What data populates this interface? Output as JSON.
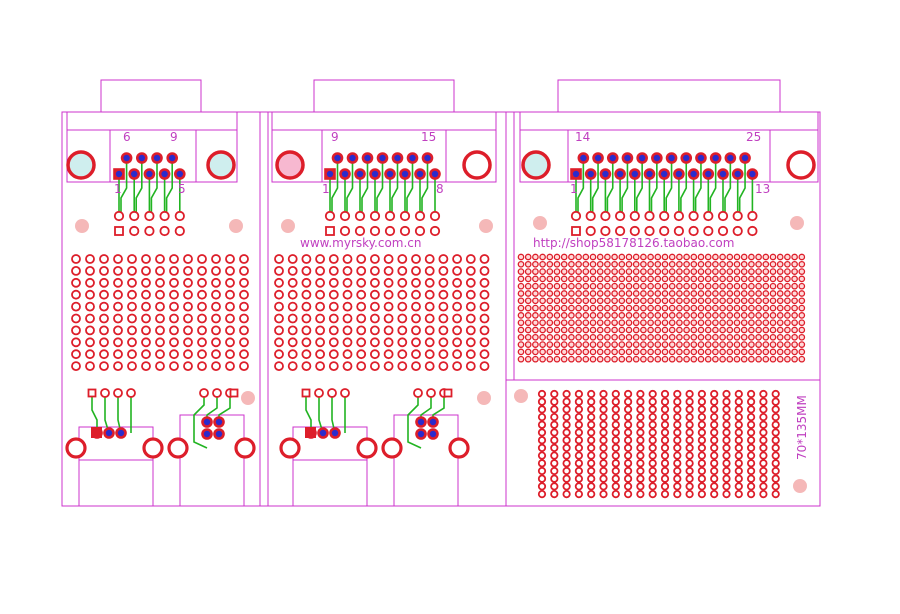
{
  "colors": {
    "outline": "#cc33cc",
    "pad": "#dd1e2a",
    "pad_fill": "#ffd9d9",
    "pad_via": "#2b2bcc",
    "trace": "#22b422",
    "text": "#c040c0",
    "hole_white": "#ffffff",
    "hole_cyan": "#cfeeee",
    "hole_pink": "#f7b8d0",
    "hole_light": "#f5b8b8"
  },
  "panel_left": {
    "label_6": "6",
    "label_9": "9",
    "label_1": "1",
    "label_5": "5"
  },
  "panel_middle": {
    "label_9": "9",
    "label_15": "15",
    "label_1": "1",
    "label_8": "8",
    "url": "www.myrsky.com.cn"
  },
  "panel_right": {
    "label_14": "14",
    "label_25": "25",
    "label_1": "1",
    "label_13": "13",
    "url": "http://shop58178126.taobao.com",
    "size": "70*135MM"
  }
}
